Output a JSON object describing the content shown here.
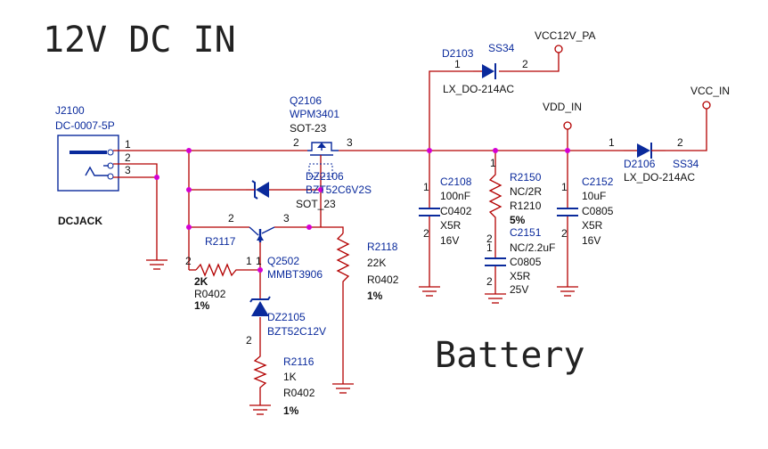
{
  "title": "12V DC IN",
  "section_label": "Battery",
  "colors": {
    "wire": "#b30000",
    "symbol": "#0a2a9c",
    "junction": "#d400d4"
  },
  "nets": {
    "vcc12v_pa": "VCC12V_PA",
    "vdd_in": "VDD_IN",
    "vcc_in": "VCC_IN"
  },
  "components": {
    "j2100": {
      "ref": "J2100",
      "value": "DC-0007-5P",
      "label": "DCJACK",
      "pins": [
        "1",
        "2",
        "3"
      ]
    },
    "d2103": {
      "ref": "D2103",
      "value": "SS34",
      "package": "LX_DO-214AC",
      "pins": [
        "1",
        "2"
      ]
    },
    "d2106_diode": {
      "ref": "D2106",
      "value": "SS34",
      "package": "LX_DO-214AC",
      "pins": [
        "1",
        "2"
      ]
    },
    "q2106": {
      "ref": "Q2106",
      "value": "WPM3401",
      "package": "SOT-23",
      "pins": [
        "2",
        "3"
      ]
    },
    "dz2106": {
      "ref": "DZ2106",
      "value": "BZT52C6V2S",
      "package": "SOT_23"
    },
    "r2117": {
      "ref": "R2117",
      "value": "2K",
      "package": "R0402",
      "tol": "1%",
      "pins": [
        "2",
        "1"
      ]
    },
    "q2502": {
      "ref": "Q2502",
      "value": "MMBT3906",
      "pins": [
        "2",
        "3",
        "1"
      ]
    },
    "r2118": {
      "ref": "R2118",
      "value": "22K",
      "package": "R0402",
      "tol": "1%"
    },
    "dz2105": {
      "ref": "DZ2105",
      "value": "BZT52C12V",
      "pins": [
        "2"
      ]
    },
    "r2116": {
      "ref": "R2116",
      "value": "1K",
      "package": "R0402",
      "tol": "1%"
    },
    "c2108": {
      "ref": "C2108",
      "value": "100nF",
      "package": "C0402",
      "dielectric": "X5R",
      "voltage": "16V",
      "pins": [
        "1",
        "2"
      ]
    },
    "r2150": {
      "ref": "R2150",
      "value": "NC/2R",
      "package": "R1210",
      "tol": "5%",
      "pins": [
        "1",
        "2"
      ]
    },
    "c2151": {
      "ref": "C2151",
      "value": "NC/2.2uF",
      "package": "C0805",
      "dielectric": "X5R",
      "voltage": "25V",
      "pins": [
        "1",
        "2"
      ]
    },
    "c2152": {
      "ref": "C2152",
      "value": "10uF",
      "package": "C0805",
      "dielectric": "X5R",
      "voltage": "16V",
      "pins": [
        "1",
        "2"
      ]
    }
  }
}
